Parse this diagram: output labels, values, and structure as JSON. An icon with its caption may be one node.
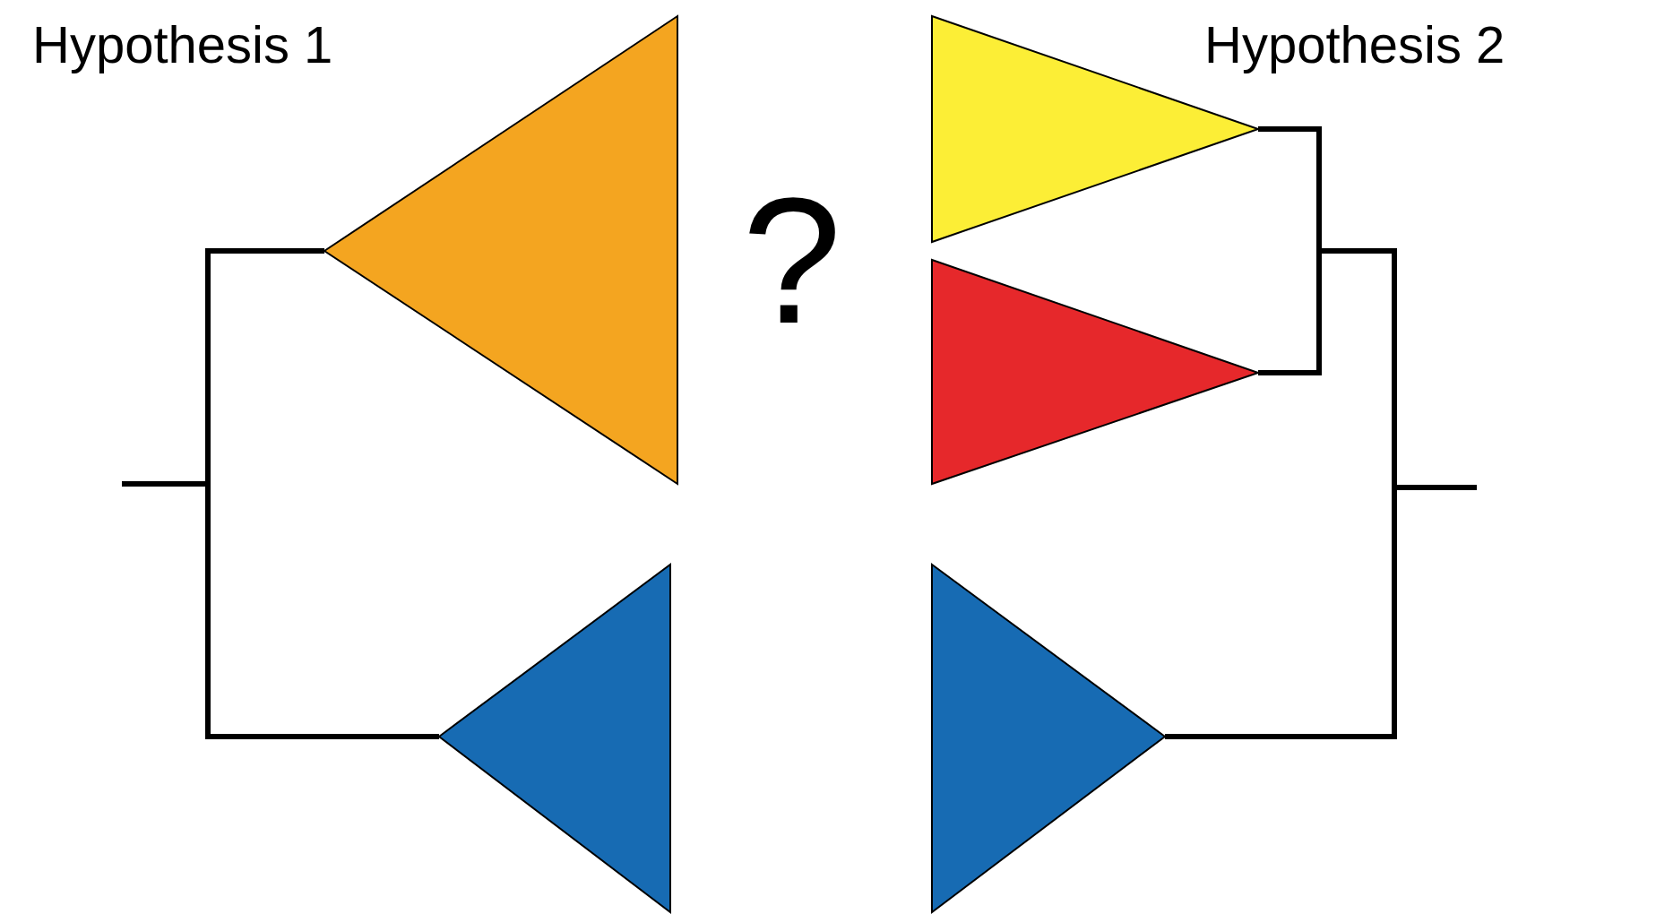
{
  "diagram": {
    "nodes": [
      {
        "text": [],
        "shape": "triangle"
      },
      {
        "text": [],
        "shape": "triangle"
      },
      {
        "text": [],
        "shape": "triangle"
      },
      {
        "text": [],
        "shape": "triangle"
      },
      {
        "text": [],
        "shape": "triangle"
      }
    ],
    "edges": [
      {
        "from": 0,
        "to": 1,
        "arrow": "none"
      },
      {
        "from": 2,
        "to": 3,
        "arrow": "none"
      },
      {
        "from": 2,
        "to": 4,
        "arrow": "none"
      },
      {
        "from": 3,
        "to": 4,
        "arrow": "none"
      }
    ],
    "labels": [
      "Hypothesis 1",
      "?",
      "Hypothesis 2"
    ]
  }
}
